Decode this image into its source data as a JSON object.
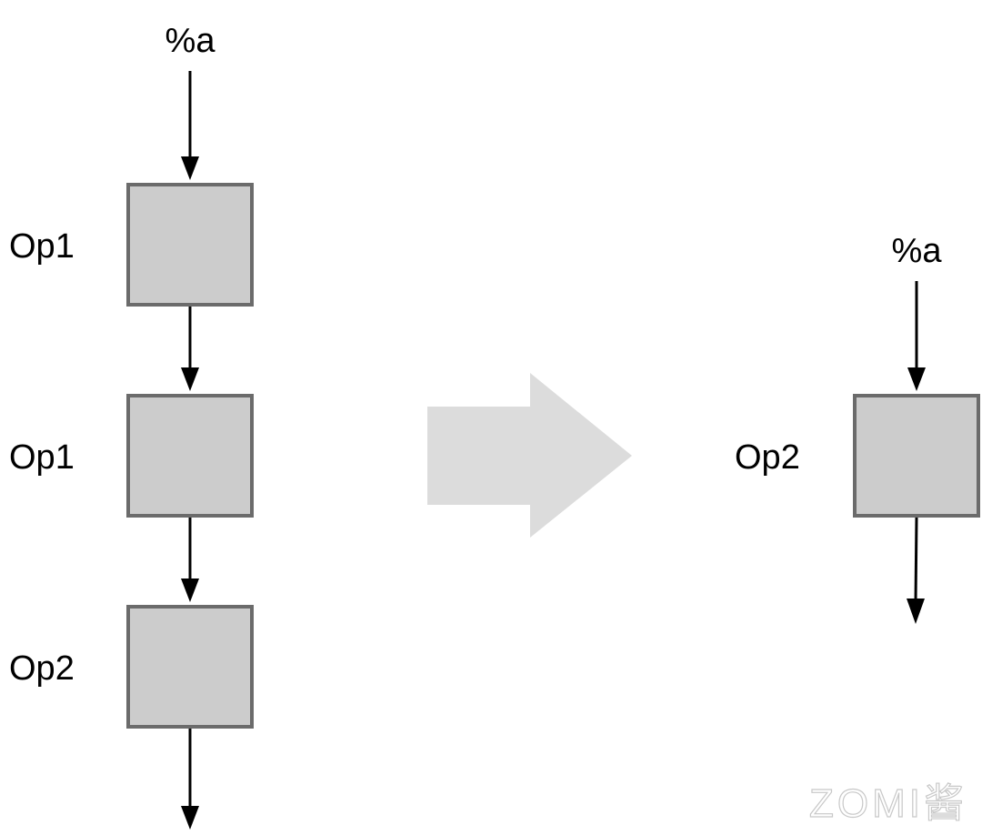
{
  "before": {
    "input_label": "%a",
    "ops": [
      {
        "label": "Op1"
      },
      {
        "label": "Op1"
      },
      {
        "label": "Op2"
      }
    ]
  },
  "after": {
    "input_label": "%a",
    "ops": [
      {
        "label": "Op2"
      }
    ]
  },
  "watermark": "ZOMI酱"
}
